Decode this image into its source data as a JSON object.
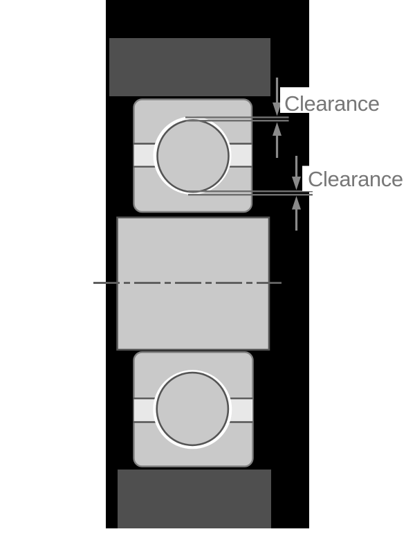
{
  "diagram": {
    "type": "bearing-cross-section",
    "labels": {
      "clearance_top": "Clearance",
      "clearance_bottom": "Clearance"
    },
    "components": [
      "housing-top",
      "housing-bottom",
      "outer-inner-ring-top-bearing",
      "ball-top-bearing",
      "outer-inner-ring-bottom-bearing",
      "ball-bottom-bearing",
      "shaft",
      "centerline"
    ],
    "icons": [
      "arrow-down-icon",
      "arrow-up-icon"
    ]
  },
  "colors": {
    "background": "#ffffff",
    "cavity_black": "#000000",
    "housing_dark_gray": "#4f4f4f",
    "ring_light_gray": "#c9c9c9",
    "bore_gap_gray": "#e8e8e8",
    "clearance_white": "#ffffff",
    "outline_dark": "#555555",
    "outline_mid": "#808080",
    "dimension_gray": "#6f6f6f",
    "arrow_gray": "#8a8a8a",
    "text_gray": "#777777",
    "centerline_gray": "#5f5f5f"
  }
}
